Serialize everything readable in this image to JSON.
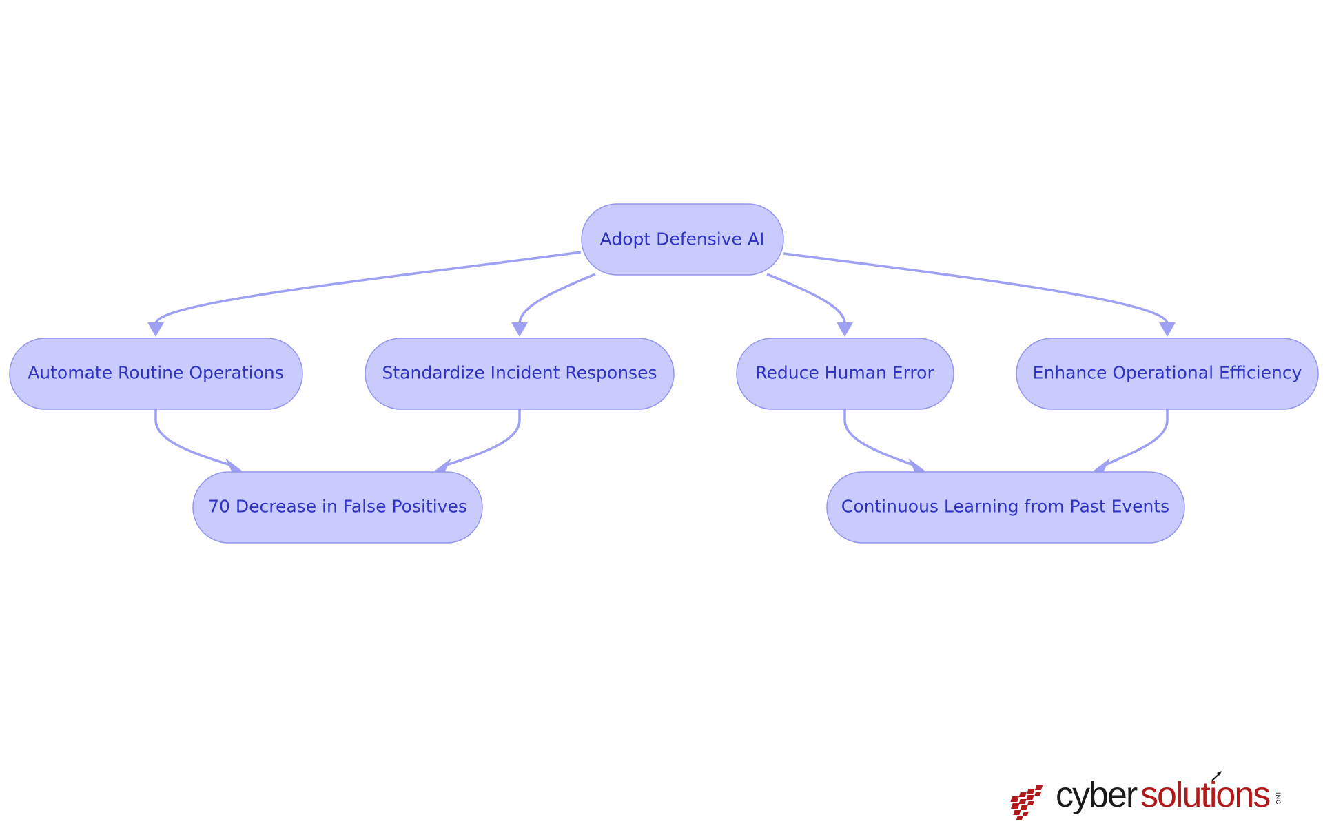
{
  "diagram": {
    "nodes": [
      {
        "id": "root",
        "label": "Adopt Defensive AI"
      },
      {
        "id": "automate",
        "label": "Automate Routine Operations"
      },
      {
        "id": "standardize",
        "label": "Standardize Incident Responses"
      },
      {
        "id": "reduce",
        "label": "Reduce Human Error"
      },
      {
        "id": "enhance",
        "label": "Enhance Operational Efficiency"
      },
      {
        "id": "decrease",
        "label": "70 Decrease in False Positives"
      },
      {
        "id": "learning",
        "label": "Continuous Learning from Past Events"
      }
    ],
    "edges": [
      {
        "from": "root",
        "to": "automate"
      },
      {
        "from": "root",
        "to": "standardize"
      },
      {
        "from": "root",
        "to": "reduce"
      },
      {
        "from": "root",
        "to": "enhance"
      },
      {
        "from": "automate",
        "to": "decrease"
      },
      {
        "from": "standardize",
        "to": "decrease"
      },
      {
        "from": "reduce",
        "to": "learning"
      },
      {
        "from": "enhance",
        "to": "learning"
      }
    ],
    "colors": {
      "node_fill": "#c9cbfd",
      "node_border": "#9395ee",
      "node_text": "#2f33c2",
      "edge": "#9ea0f4"
    }
  },
  "logo": {
    "word_cyber": "cyber",
    "word_solutions": "solutions",
    "suffix": "INC",
    "colors": {
      "dark": "#1a1a1a",
      "red": "#b01a1a"
    }
  }
}
